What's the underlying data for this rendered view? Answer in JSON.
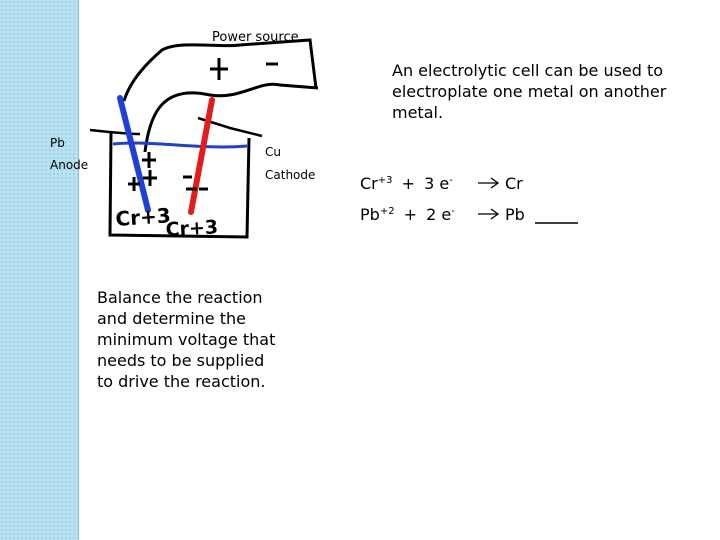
{
  "diagram": {
    "power_source_label": "Power source",
    "plus_sign": "+",
    "minus_sign": "-",
    "anode_metal_label": "Pb",
    "anode_label": "Anode",
    "cathode_metal_label": "Cu",
    "cathode_label": "Cathode",
    "ion_labels": [
      "Cr+3",
      "Cr+3"
    ],
    "electrode_colors": {
      "anode": "#1f3fd6",
      "cathode": "#e11d1d"
    }
  },
  "description": {
    "text": "An electrolytic cell can be used to electroplate one metal on another metal."
  },
  "question": {
    "text": "Balance the reaction and determine the minimum voltage that needs to be supplied to drive the reaction."
  },
  "reactions": [
    {
      "ion": "Cr",
      "charge": "+3",
      "plus": "+",
      "electrons": "3 e",
      "electron_charge": "-",
      "product": "Cr"
    },
    {
      "ion": "Pb",
      "charge": "+2",
      "plus": "+",
      "electrons": "2 e",
      "electron_charge": "-",
      "product": "Pb"
    }
  ]
}
